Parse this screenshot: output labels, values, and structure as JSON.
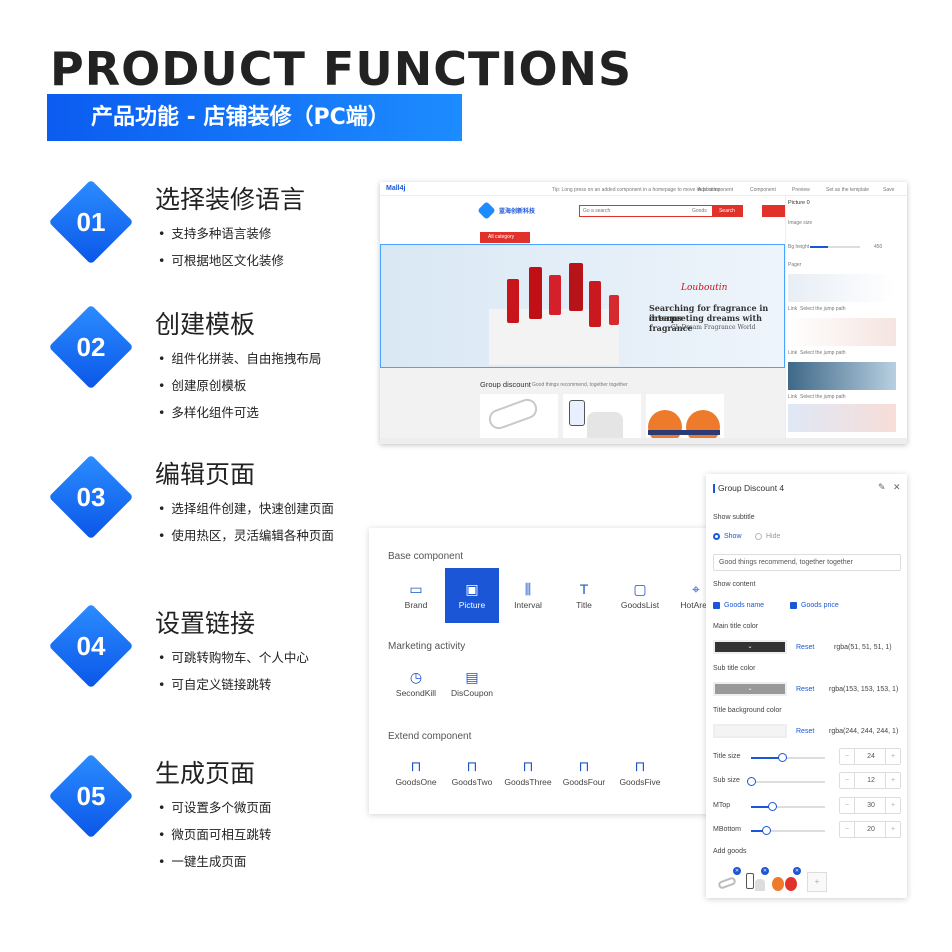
{
  "header": {
    "title": "PRODUCT FUNCTIONS",
    "subtitle": "产品功能 - 店铺装修（PC端）"
  },
  "features": [
    {
      "num": "01",
      "title": "选择装修语言",
      "bullets": [
        "支持多种语言装修",
        "可根据地区文化装修"
      ]
    },
    {
      "num": "02",
      "title": "创建模板",
      "bullets": [
        "组件化拼装、自由拖拽布局",
        "创建原创模板",
        "多样化组件可选"
      ]
    },
    {
      "num": "03",
      "title": "编辑页面",
      "bullets": [
        "选择组件创建，快速创建页面",
        "使用热区，灵活编辑各种页面"
      ]
    },
    {
      "num": "04",
      "title": "设置链接",
      "bullets": [
        "可跳转购物车、个人中心",
        "可自定义链接跳转"
      ]
    },
    {
      "num": "05",
      "title": "生成页面",
      "bullets": [
        "可设置多个微页面",
        "微页面可相互跳转",
        "一键生成页面"
      ]
    }
  ],
  "editor": {
    "logo": "Mall4j",
    "tip": "Tip: Long press on an added component in a homepage to move its position",
    "toolbar": [
      "Add component",
      "Component",
      "Preview",
      "Set as the template",
      "Save"
    ],
    "brand": "蓝海创新科技",
    "search_placeholder": "Go a search",
    "search_btn": "Search",
    "goods_label": "Goods",
    "category": "All category",
    "banner_line1": "Searching for fragrance in dreams",
    "banner_line2": "interpreting dreams with fragrance",
    "banner_line3": "CL Dream Fragrance World",
    "group_title": "Group discount",
    "group_sub": "Good things recommend, together together",
    "side_title": "Picture 0",
    "side_rows": [
      "Image size",
      "Bg height",
      "Pager"
    ],
    "link_label": "Link",
    "link_placeholder": "Select the jump path",
    "height_value": "450"
  },
  "components": {
    "base_label": "Base component",
    "base": [
      {
        "label": "Brand",
        "icon": "brand-icon"
      },
      {
        "label": "Picture",
        "icon": "picture-icon"
      },
      {
        "label": "Interval",
        "icon": "interval-icon"
      },
      {
        "label": "Title",
        "icon": "title-icon"
      },
      {
        "label": "GoodsList",
        "icon": "goods-list-icon"
      },
      {
        "label": "HotArea",
        "icon": "hot-area-icon"
      }
    ],
    "marketing_label": "Marketing activity",
    "marketing": [
      {
        "label": "SecondKill",
        "icon": "stopwatch-icon"
      },
      {
        "label": "DisCoupon",
        "icon": "coupon-icon"
      }
    ],
    "extend_label": "Extend component",
    "extend": [
      {
        "label": "GoodsOne",
        "icon": "basket-icon"
      },
      {
        "label": "GoodsTwo",
        "icon": "basket-icon"
      },
      {
        "label": "GoodsThree",
        "icon": "basket-icon"
      },
      {
        "label": "GoodsFour",
        "icon": "basket-icon"
      },
      {
        "label": "GoodsFive",
        "icon": "basket-icon"
      }
    ]
  },
  "group_panel": {
    "title": "Group Discount 4",
    "show_subtitle": "Show subtitle",
    "show": "Show",
    "hide": "Hide",
    "subtitle_value": "Good things recommend, together together",
    "show_content": "Show content",
    "goods_name": "Goods name",
    "goods_price": "Goods price",
    "main_title_color": "Main title color",
    "main_title_rgba": "rgba(51, 51, 51, 1)",
    "sub_title_color": "Sub title color",
    "sub_title_rgba": "rgba(153, 153, 153, 1)",
    "title_bg_color": "Title background color",
    "title_bg_rgba": "rgba(244, 244, 244, 1)",
    "reset": "Reset",
    "title_size": "Title size",
    "title_size_value": "24",
    "sub_size": "Sub size",
    "sub_size_value": "12",
    "mtop": "MTop",
    "mtop_value": "30",
    "mbottom": "MBottom",
    "mbottom_value": "20",
    "add_goods": "Add goods",
    "minus": "−",
    "plus": "+"
  },
  "colors": {
    "accent": "#1a56d6",
    "main_title": "#333333",
    "sub_title": "#999999",
    "title_bg": "#f4f4f4",
    "search_red": "#e0312b"
  }
}
